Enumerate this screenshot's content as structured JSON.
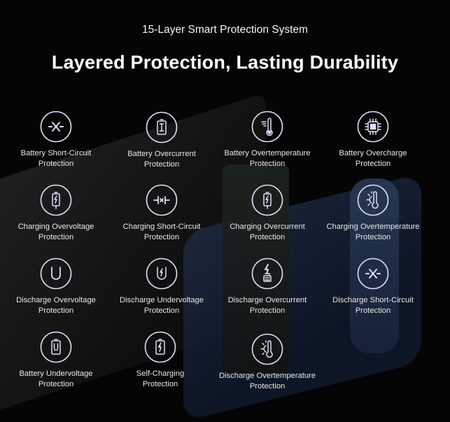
{
  "header": {
    "subtitle": "15-Layer Smart Protection System",
    "title": "Layered Protection, Lasting Durability"
  },
  "icon_color": "#e4dcf6",
  "items": [
    {
      "line1": "Battery Short-Circuit",
      "line2": "Protection",
      "icon": "short-circuit-icon"
    },
    {
      "line1": "Battery Overcurrent",
      "line2": "Protection",
      "icon": "battery-current-icon"
    },
    {
      "line1": "Battery Overtemperature",
      "line2": "Protection",
      "icon": "thermometer-icon"
    },
    {
      "line1": "Battery Overcharge",
      "line2": "Protection",
      "icon": "chip-icon"
    },
    {
      "line1": "Charging Overvoltage",
      "line2": "Protection",
      "icon": "battery-bolt-icon"
    },
    {
      "line1": "Charging Short-Circuit",
      "line2": "Protection",
      "icon": "capacitor-icon"
    },
    {
      "line1": "Charging Overcurrent",
      "line2": "Protection",
      "icon": "battery-bolt-icon"
    },
    {
      "line1": "Charging Overtemperature",
      "line2": "Protection",
      "icon": "sun-thermometer-icon"
    },
    {
      "line1": "Discharge Overvoltage",
      "line2": "Protection",
      "icon": "u-icon"
    },
    {
      "line1": "Discharge Undervoltage",
      "line2": "Protection",
      "icon": "u-bolt-icon"
    },
    {
      "line1": "Discharge Overcurrent",
      "line2": "Protection",
      "icon": "bolt-plug-icon"
    },
    {
      "line1": "Discharge Short-Circuit",
      "line2": "Protection",
      "icon": "short-circuit-icon"
    },
    {
      "line1": "Battery Undervoltage",
      "line2": "Protection",
      "icon": "battery-u-icon"
    },
    {
      "line1": "Self-Charging",
      "line2": "Protection",
      "icon": "battery-bolt-filled-icon"
    },
    {
      "line1": "Discharge Overtemperature",
      "line2": "Protection",
      "icon": "sun-thermometer-icon"
    }
  ]
}
